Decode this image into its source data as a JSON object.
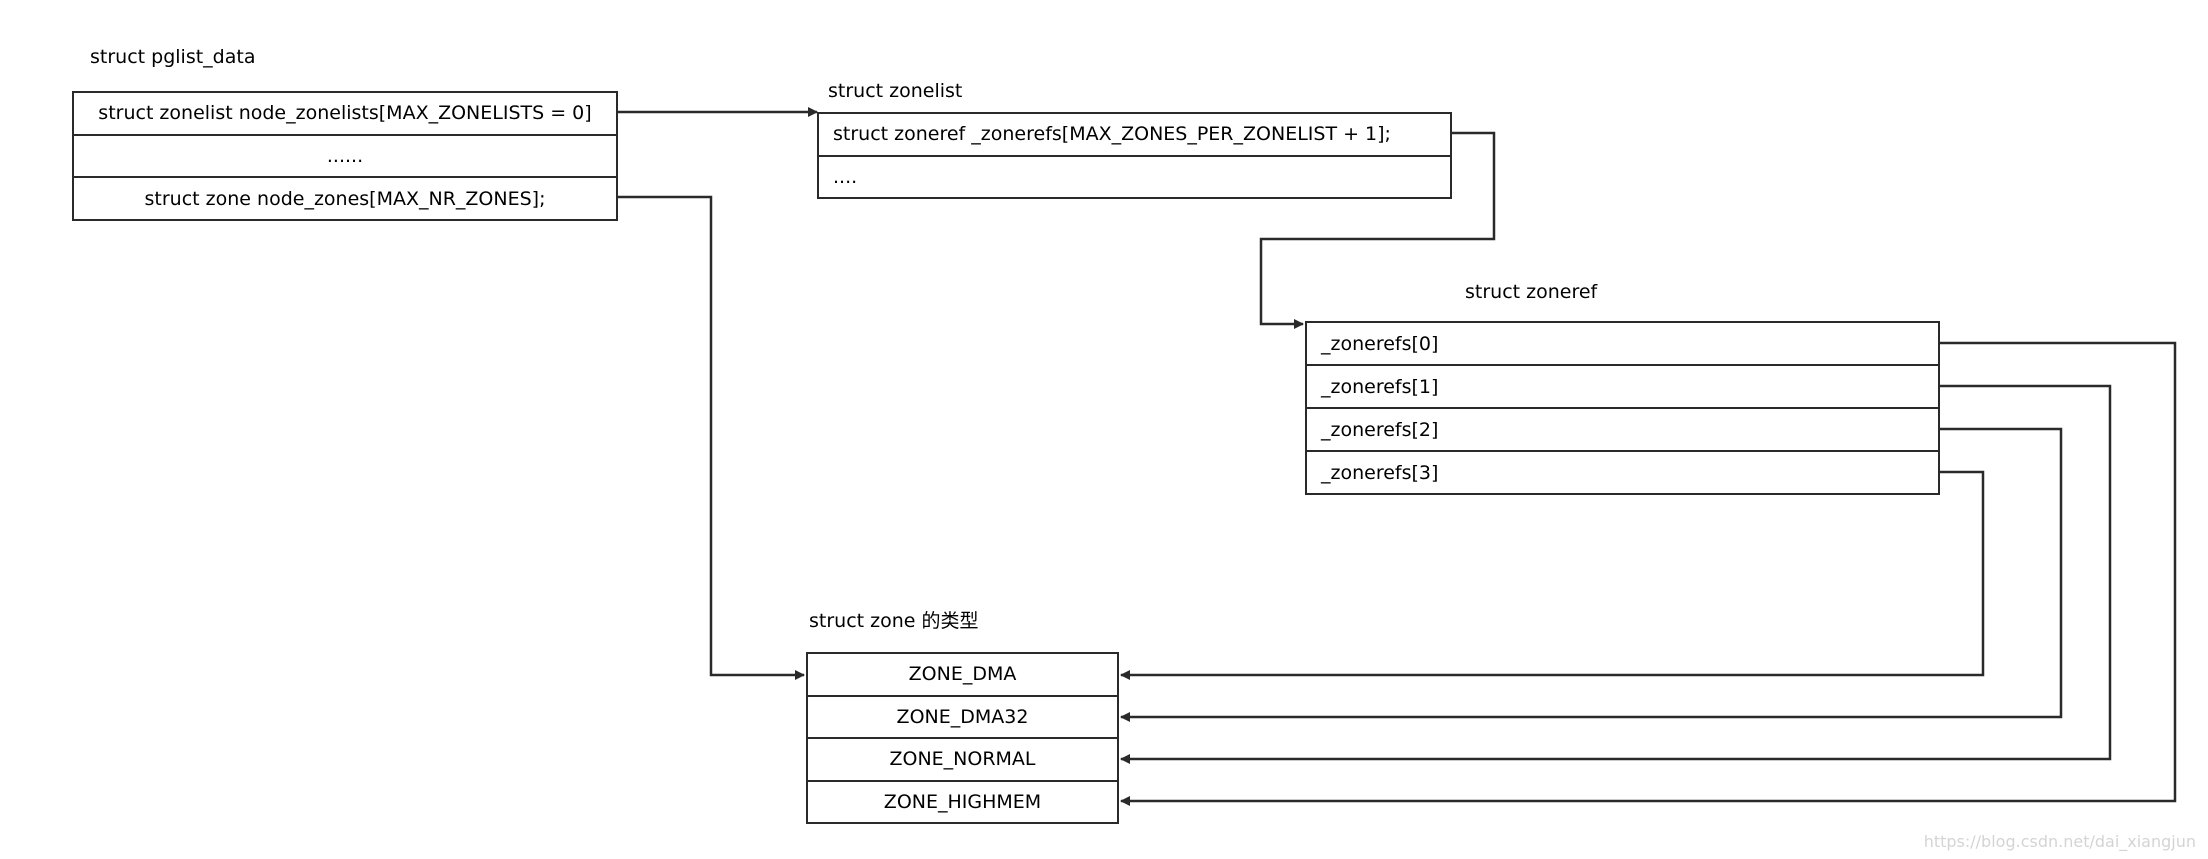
{
  "colors": {
    "line": "#2a2a2a",
    "background": "#ffffff",
    "watermark": "#d4d4d4"
  },
  "pglist_data": {
    "title": "struct pglist_data",
    "rows": [
      "struct zonelist node_zonelists[MAX_ZONELISTS = 0]",
      "......",
      "struct zone node_zones[MAX_NR_ZONES];"
    ]
  },
  "zonelist": {
    "title": "struct zonelist",
    "rows": [
      "struct zoneref _zonerefs[MAX_ZONES_PER_ZONELIST + 1];",
      "...."
    ]
  },
  "zoneref": {
    "title": "struct zoneref",
    "rows": [
      "_zonerefs[0]",
      "_zonerefs[1]",
      "_zonerefs[2]",
      "_zonerefs[3]"
    ]
  },
  "zone_types": {
    "title": "struct zone 的类型",
    "rows": [
      "ZONE_DMA",
      "ZONE_DMA32",
      "ZONE_NORMAL",
      "ZONE_HIGHMEM"
    ]
  },
  "watermark": "https://blog.csdn.net/dai_xiangjun"
}
